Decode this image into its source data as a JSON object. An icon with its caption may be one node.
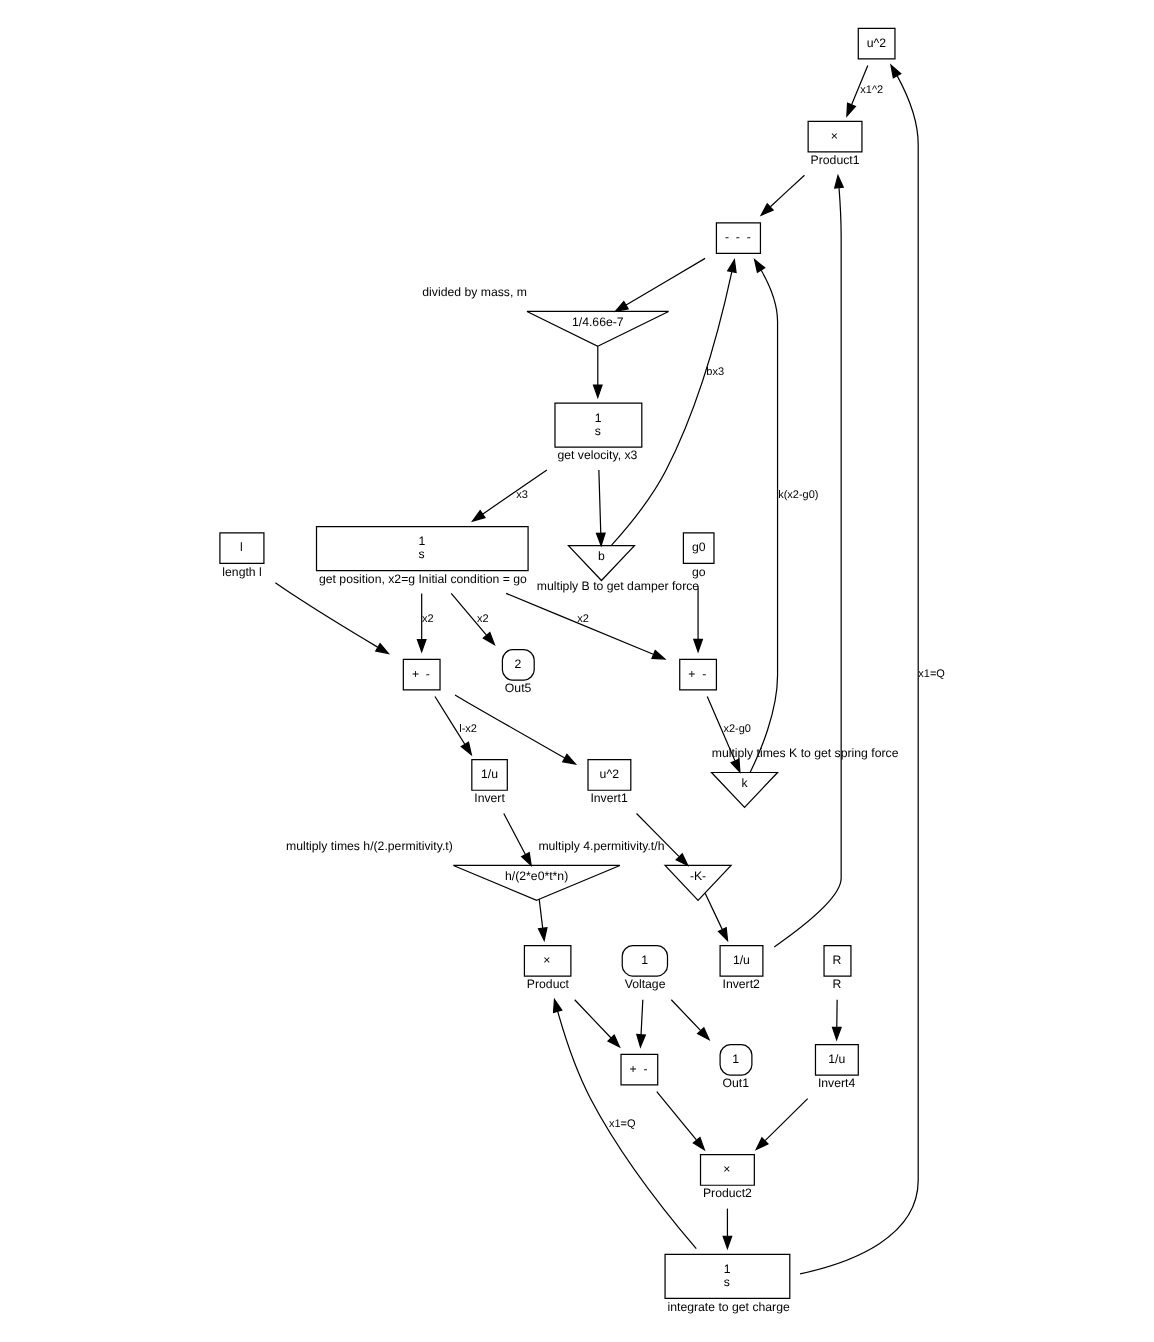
{
  "diagram": {
    "nodes": [
      {
        "text": [
          "u^2"
        ]
      },
      {
        "text": [
          "1"
        ],
        "beside": [
          "Out1"
        ]
      },
      {
        "text": [
          "1"
        ],
        "beside": [
          "Voltage"
        ]
      },
      {
        "text": [
          "+",
          "-"
        ]
      },
      {
        "text": [
          "×"
        ],
        "beside": [
          "Product2"
        ]
      },
      {
        "text": [
          "1",
          "s"
        ],
        "beside": [
          "integrate to get charge"
        ]
      },
      {
        "text": [
          "R"
        ],
        "beside": [
          "R"
        ]
      },
      {
        "text": [
          "1/u"
        ],
        "beside": [
          "Invert4"
        ]
      },
      {
        "text": [
          "×"
        ],
        "beside": [
          "Product"
        ]
      },
      {
        "text": [
          "h/(2*e0*t*n)"
        ],
        "beside": [
          "multiply times h/(2.permitivity.t)"
        ]
      },
      {
        "text": [
          "1/u"
        ],
        "beside": [
          "Invert"
        ]
      },
      {
        "text": [
          "+",
          "-"
        ]
      },
      {
        "text": [
          "l"
        ],
        "beside": [
          "length l"
        ]
      },
      {
        "text": [
          "1/u"
        ],
        "beside": [
          "Invert2"
        ]
      },
      {
        "text": [
          "-K-"
        ],
        "beside": [
          "multiply 4.permitivity.t/h"
        ]
      },
      {
        "text": [
          "u^2"
        ],
        "beside": [
          "Invert1"
        ]
      },
      {
        "text": [
          "×"
        ],
        "beside": [
          "Product1"
        ]
      },
      {
        "text": [
          "-",
          "-",
          "-"
        ]
      },
      {
        "text": [
          "1/4.66e-7"
        ],
        "beside": [
          "divided by mass, m"
        ]
      },
      {
        "text": [
          "1",
          "s"
        ],
        "beside": [
          "get velocity, x3"
        ]
      },
      {
        "text": [
          "1",
          "s"
        ],
        "beside": [
          "get position, x2=g Initial condition = go"
        ]
      },
      {
        "text": [
          "2"
        ],
        "beside": [
          "Out5"
        ]
      },
      {
        "text": [
          "b"
        ],
        "beside": [
          "multiply B to get damper force"
        ]
      },
      {
        "text": [
          "+",
          "-"
        ]
      },
      {
        "text": [
          "g0"
        ],
        "beside": [
          "go"
        ]
      },
      {
        "text": [
          "k"
        ],
        "beside": [
          "multiply times K to get spring force"
        ]
      }
    ],
    "edges": [
      {
        "from": 5,
        "to": 0,
        "arrow": "to",
        "label": "x1=Q"
      },
      {
        "from": 2,
        "to": 1,
        "arrow": "to"
      },
      {
        "from": 2,
        "to": 3,
        "arrow": "to"
      },
      {
        "from": 8,
        "to": 3,
        "arrow": "to"
      },
      {
        "from": 3,
        "to": 4,
        "arrow": "to"
      },
      {
        "from": 6,
        "to": 7,
        "arrow": "to"
      },
      {
        "from": 7,
        "to": 4,
        "arrow": "to"
      },
      {
        "from": 4,
        "to": 5,
        "arrow": "to"
      },
      {
        "from": 5,
        "to": 8,
        "arrow": "to",
        "label": "x1=Q"
      },
      {
        "from": 0,
        "to": 16,
        "arrow": "to",
        "label": "x1^2"
      },
      {
        "from": 9,
        "to": 8,
        "arrow": "to"
      },
      {
        "from": 10,
        "to": 9,
        "arrow": "to"
      },
      {
        "from": 12,
        "to": 11,
        "arrow": "to"
      },
      {
        "from": 11,
        "to": 10,
        "arrow": "to",
        "label": "l-x2"
      },
      {
        "from": 11,
        "to": 15,
        "arrow": "to"
      },
      {
        "from": 15,
        "to": 14,
        "arrow": "to"
      },
      {
        "from": 14,
        "to": 13,
        "arrow": "to"
      },
      {
        "from": 13,
        "to": 16,
        "arrow": "to"
      },
      {
        "from": 16,
        "to": 17,
        "arrow": "to"
      },
      {
        "from": 25,
        "to": 17,
        "arrow": "to",
        "label": "k(x2-g0)"
      },
      {
        "from": 22,
        "to": 17,
        "arrow": "to",
        "label": "bx3"
      },
      {
        "from": 17,
        "to": 18,
        "arrow": "to"
      },
      {
        "from": 18,
        "to": 19,
        "arrow": "to"
      },
      {
        "from": 19,
        "to": 20,
        "arrow": "to",
        "label": "x3"
      },
      {
        "from": 19,
        "to": 22,
        "arrow": "to"
      },
      {
        "from": 20,
        "to": 21,
        "arrow": "to",
        "label": "x2"
      },
      {
        "from": 20,
        "to": 11,
        "arrow": "to",
        "label": "x2"
      },
      {
        "from": 20,
        "to": 23,
        "arrow": "to",
        "label": "x2"
      },
      {
        "from": 24,
        "to": 23,
        "arrow": "to"
      },
      {
        "from": 23,
        "to": 25,
        "arrow": "to",
        "label": "x2-g0"
      }
    ]
  }
}
